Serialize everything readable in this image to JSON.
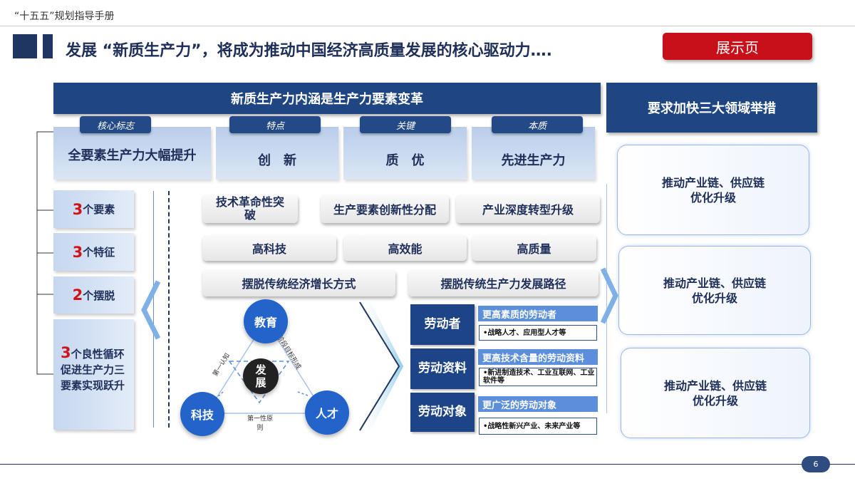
{
  "doc_title": "“十五五”规划指导手册",
  "slide_title": "发展 “新质生产力”，将成为推动中国经济高质量发展的核心驱动力….",
  "page_button": "展示页",
  "main_header": "新质生产力内涵是生产力要素变革",
  "right_header": "要求加快三大领域举措",
  "top_cards": [
    {
      "tag": "核心标志",
      "text": "全要素生产力大幅提升"
    },
    {
      "tag": "特点",
      "text": "创　新"
    },
    {
      "tag": "关键",
      "text": "质　优"
    },
    {
      "tag": "本质",
      "text": "先进生产力"
    }
  ],
  "left_items": [
    {
      "num": "3",
      "text": "个要素"
    },
    {
      "num": "3",
      "text": "个特征"
    },
    {
      "num": "2",
      "text": "个摆脱"
    },
    {
      "num": "3",
      "text": "个良性循环促进生产力三要素实现跃升"
    }
  ],
  "row1": [
    "技术革命性突破",
    "生产要素创新性分配",
    "产业深度转型升级"
  ],
  "row2": [
    "高科技",
    "高效能",
    "高质量"
  ],
  "row3": [
    "摆脱传统经济增长方式",
    "摆脱传统生产力发展路径"
  ],
  "diagram": {
    "center": "发展",
    "top": "教育",
    "left": "科技",
    "right": "人才",
    "edge_left": "第一认知",
    "edge_right": "阶段目标形成",
    "edge_bottom": "第一性原则"
  },
  "factors": [
    {
      "name": "劳动者",
      "head": "更高素质的劳动者",
      "detail": "•战略人才、应用型人才等"
    },
    {
      "name": "劳动资料",
      "head": "更高技术含量的劳动资料",
      "detail": "•新进制造技术、工业互联网、工业软件等"
    },
    {
      "name": "劳动对象",
      "head": "更广泛的劳动对象",
      "detail": "•战略性新兴产业、未来产业等"
    }
  ],
  "measures": [
    "推动产业链、供应链优化升级",
    "推动产业链、供应链优化升级",
    "推动产业链、供应链优化升级"
  ],
  "page_number": "6",
  "colors": {
    "navy": "#1f4682",
    "accent_red": "#d0121b",
    "button_red": "#c8101a"
  }
}
